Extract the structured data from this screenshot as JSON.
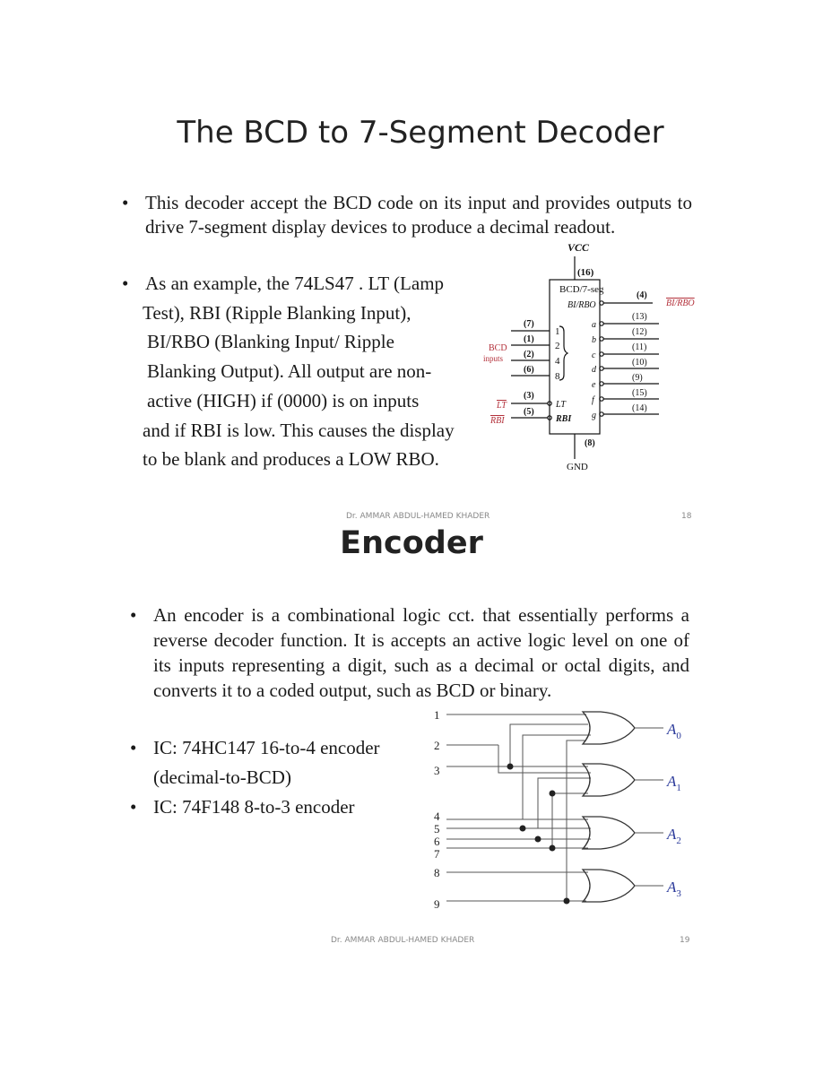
{
  "slide1": {
    "title": "The BCD to 7-Segment Decoder",
    "bullet1": "This decoder accept the BCD code on its input and provides outputs to drive 7-segment display devices to produce a decimal readout.",
    "bullet2_lines": [
      "As an example, the 74LS47 .  LT (Lamp",
      "Test), RBI (Ripple Blanking Input),",
      "BI/RBO (Blanking Input/ Ripple",
      "Blanking Output). All output are non-",
      "active (HIGH) if (0000) is on inputs",
      "and if RBI is low. This causes the display",
      "to be blank and produces a LOW RBO."
    ],
    "footer_author": "Dr. AMMAR ABDUL-HAMED KHADER",
    "page_number": "18",
    "chip": {
      "vcc": "VCC",
      "vcc_pin": "(16)",
      "name": "BCD/7-seg",
      "bi_rbo_internal": "BI/RBO",
      "bi_rbo_pin": "(4)",
      "bi_rbo_external": "BI/RBO",
      "bcd_label_1": "BCD",
      "bcd_label_2": "inputs",
      "inputs": [
        {
          "pin": "(7)",
          "weight": "1"
        },
        {
          "pin": "(1)",
          "weight": "2"
        },
        {
          "pin": "(2)",
          "weight": "4"
        },
        {
          "pin": "(6)",
          "weight": "8"
        }
      ],
      "lt_external": "LT",
      "lt_pin": "(3)",
      "lt_internal": "LT",
      "rbi_external": "RBI",
      "rbi_pin": "(5)",
      "rbi_internal": "RBI",
      "outputs": [
        {
          "name": "a",
          "pin": "(13)"
        },
        {
          "name": "b",
          "pin": "(12)"
        },
        {
          "name": "c",
          "pin": "(11)"
        },
        {
          "name": "d",
          "pin": "(10)"
        },
        {
          "name": "e",
          "pin": "(9)"
        },
        {
          "name": "f",
          "pin": "(15)"
        },
        {
          "name": "g",
          "pin": "(14)"
        }
      ],
      "gnd_pin": "(8)",
      "gnd": "GND"
    }
  },
  "slide2": {
    "title": "Encoder",
    "bullet1": "An encoder is a combinational logic cct. that essentially performs a reverse decoder function. It is accepts an active logic level on one of its inputs representing a digit, such as a decimal or octal digits, and converts it to a coded output, such as BCD or binary.",
    "bullet2_line1": "IC: 74HC147 16-to-4 encoder",
    "bullet2_line2": "(decimal-to-BCD)",
    "bullet3": "IC: 74F148 8-to-3 encoder",
    "footer_author": "Dr. AMMAR ABDUL-HAMED KHADER",
    "page_number": "19",
    "encoder": {
      "input_labels": [
        "1",
        "2",
        "3",
        "4",
        "5",
        "6",
        "7",
        "8",
        "9"
      ],
      "outputs": [
        {
          "letter": "A",
          "sub": "0"
        },
        {
          "letter": "A",
          "sub": "1"
        },
        {
          "letter": "A",
          "sub": "2"
        },
        {
          "letter": "A",
          "sub": "3"
        }
      ],
      "output_color": "#2b3a9a"
    }
  }
}
